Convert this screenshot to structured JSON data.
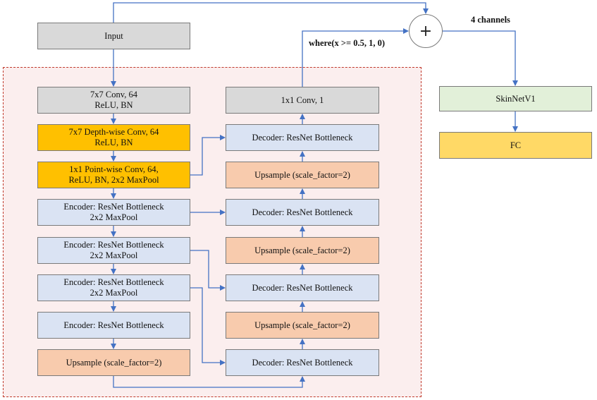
{
  "diagram": {
    "input": "Input",
    "encoder": {
      "conv7": [
        "7x7 Conv, 64",
        "ReLU, BN"
      ],
      "depthwise": [
        "7x7 Depth-wise Conv, 64",
        "ReLU, BN"
      ],
      "pointwise": [
        "1x1 Point-wise Conv, 64,",
        "ReLU, BN, 2x2 MaxPool"
      ],
      "enc1": [
        "Encoder: ResNet Bottleneck",
        "2x2 MaxPool"
      ],
      "enc2": [
        "Encoder: ResNet Bottleneck",
        "2x2 MaxPool"
      ],
      "enc3": [
        "Encoder: ResNet Bottleneck",
        "2x2 MaxPool"
      ],
      "enc4": "Encoder: ResNet Bottleneck",
      "upsample": "Upsample (scale_factor=2)"
    },
    "decoder": {
      "conv1": "1x1 Conv, 1",
      "dec1": "Decoder: ResNet Bottleneck",
      "up1": "Upsample (scale_factor=2)",
      "dec2": "Decoder: ResNet Bottleneck",
      "up2": "Upsample (scale_factor=2)",
      "dec3": "Decoder: ResNet Bottleneck",
      "up3": "Upsample (scale_factor=2)",
      "dec4": "Decoder: ResNet Bottleneck"
    },
    "threshold_label": "where(x >= 0.5, 1, 0)",
    "sum_symbol": "+",
    "channels_label": "4 channels",
    "classifier": "SkinNetV1",
    "fc": "FC",
    "colors": {
      "gray": "#d9d9d9",
      "orange": "#ffc000",
      "blue": "#dae3f3",
      "salmon": "#f8cbad",
      "green": "#e2f0d9",
      "yellow": "#ffd966",
      "arrow": "#4472c4",
      "region_border": "#c0392b"
    }
  }
}
